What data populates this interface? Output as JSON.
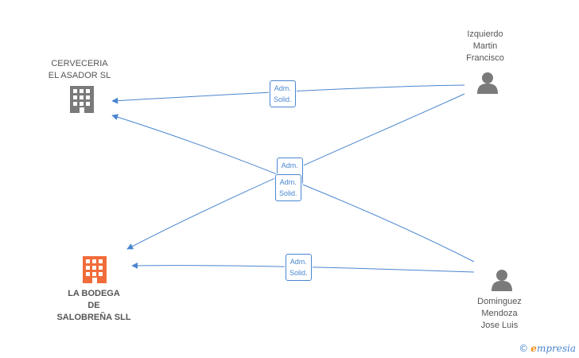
{
  "nodes": {
    "cerveceria": {
      "label": "CERVECERIA\nEL ASADOR SL",
      "type": "company"
    },
    "bodega": {
      "label": "LA BODEGA\nDE\nSALOBREÑA SLL",
      "type": "company-highlight"
    },
    "izquierdo": {
      "label": "Izquierdo\nMartin\nFrancisco",
      "type": "person"
    },
    "dominguez": {
      "label": "Dominguez\nMendoza\nJose Luis",
      "type": "person"
    }
  },
  "edges": [
    {
      "id": "izq-cerv",
      "label": "Adm.\nSolid."
    },
    {
      "id": "izq-bod",
      "label": "Adm.\nSolid."
    },
    {
      "id": "dom-cerv",
      "label": "Adm.\nSolid."
    },
    {
      "id": "dom-bod",
      "label": "Adm.\nSolid."
    }
  ],
  "colors": {
    "edge": "#4a86cf",
    "company": "#7a7a7a",
    "company_highlight": "#f26b3a",
    "person": "#7a7a7a"
  },
  "icons": {
    "company": "building-icon",
    "person": "person-icon"
  },
  "footer": {
    "copyright": "©",
    "brand_first": "e",
    "brand_rest": "mpresia"
  }
}
